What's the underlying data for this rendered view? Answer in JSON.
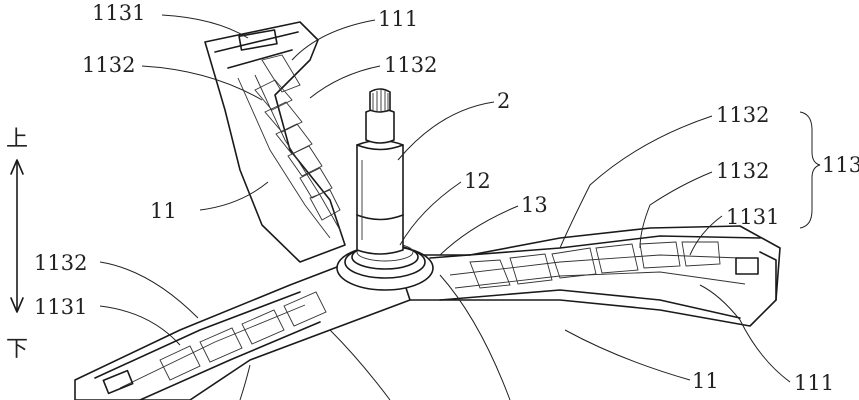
{
  "labels": {
    "l1131_top": "1131",
    "l111_top": "111",
    "l1132_tl": "1132",
    "l1132_tm": "1132",
    "l2": "2",
    "l1132_r1": "1132",
    "l1132_r2": "1132",
    "l113": "113",
    "l1131_r": "1131",
    "l12": "12",
    "l13": "13",
    "l11_left": "11",
    "l1132_left": "1132",
    "l1131_left": "1131",
    "l11_bottom": "11",
    "l111_bottom": "111"
  },
  "direction": {
    "up": "上",
    "down": "下"
  }
}
